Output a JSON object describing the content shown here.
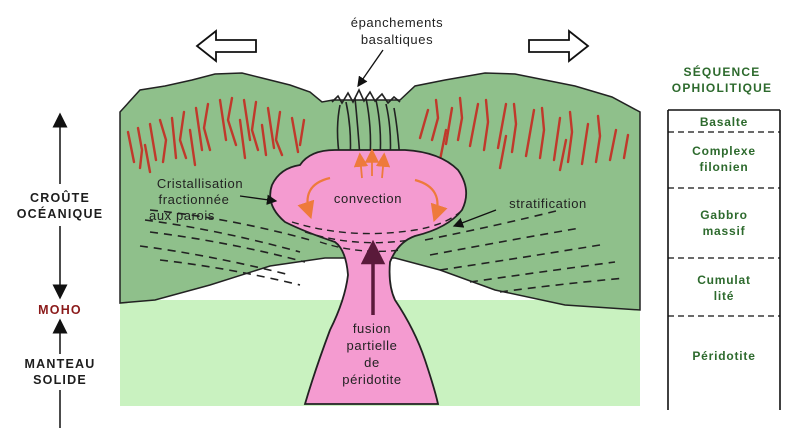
{
  "labels": {
    "epanchements_line1": "épanchements",
    "epanchements_line2": "basaltiques",
    "cristallisation_line1": "Cristallisation",
    "cristallisation_line2": "fractionnée",
    "cristallisation_line3": "aux parois",
    "convection": "convection",
    "stratification": "stratification",
    "fusion_line1": "fusion",
    "fusion_line2": "partielle",
    "fusion_line3": "de",
    "fusion_line4": "péridotite"
  },
  "left_axis": {
    "croute_line1": "CROÛTE",
    "croute_line2": "OCÉANIQUE",
    "moho": "MOHO",
    "manteau_line1": "MANTEAU",
    "manteau_line2": "SOLIDE"
  },
  "sequence": {
    "title_line1": "SÉQUENCE",
    "title_line2": "OPHIOLITIQUE",
    "layers": [
      {
        "line1": "Basalte",
        "line2": ""
      },
      {
        "line1": "Complexe",
        "line2": "filonien"
      },
      {
        "line1": "Gabbro",
        "line2": "massif"
      },
      {
        "line1": "Cumulat",
        "line2": "lité"
      },
      {
        "line1": "Péridotite",
        "line2": ""
      }
    ]
  },
  "colors": {
    "crust_green": "#8fc08b",
    "mantle_green": "#c9f2c0",
    "magma_pink": "#f49bd0",
    "dyke_red": "#c0392b",
    "moho_label": "#8b1a1a",
    "sequence_text": "#2d6a2d",
    "arrow_dark": "#5a1a3a"
  }
}
